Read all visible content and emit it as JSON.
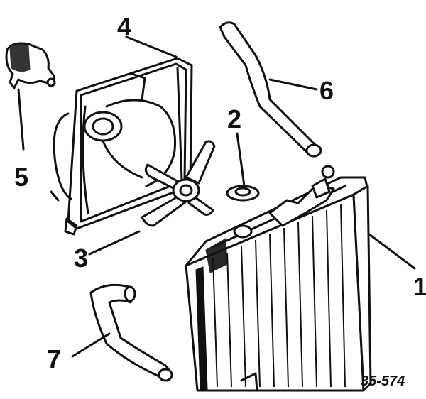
{
  "callouts": [
    {
      "id": "1",
      "text": "1"
    },
    {
      "id": "2",
      "text": "2"
    },
    {
      "id": "3",
      "text": "3"
    },
    {
      "id": "4",
      "text": "4"
    },
    {
      "id": "5",
      "text": "5"
    },
    {
      "id": "6",
      "text": "6"
    },
    {
      "id": "7",
      "text": "7"
    }
  ],
  "figure_code": "35-574",
  "colors": {
    "ink": "#111111",
    "paper": "#ffffff"
  }
}
